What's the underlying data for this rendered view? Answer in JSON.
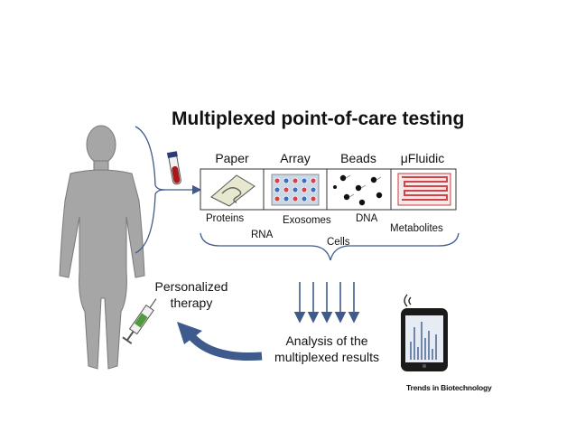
{
  "title": "Multiplexed point-of-care testing",
  "platforms": [
    "Paper",
    "Array",
    "Beads",
    "μFluidic"
  ],
  "analytes": [
    "Proteins",
    "RNA",
    "Exosomes",
    "Cells",
    "DNA",
    "Metabolites"
  ],
  "therapy_label": [
    "Personalized",
    "therapy"
  ],
  "analysis_label": [
    "Analysis of the",
    "multiplexed results"
  ],
  "credit": "Trends in Biotechnology",
  "colors": {
    "arrow": "#3f5a8c",
    "body": "#a6a6a6",
    "blood": "#a31b1b",
    "channel": "#d0454a",
    "syringe": "#4f9a3c"
  },
  "icons": [
    "human-body-icon",
    "blood-tube-icon",
    "paper-strip-icon",
    "microarray-icon",
    "beads-icon",
    "microfluidic-chip-icon",
    "syringe-icon",
    "smartphone-icon",
    "wireless-signal-icon"
  ]
}
